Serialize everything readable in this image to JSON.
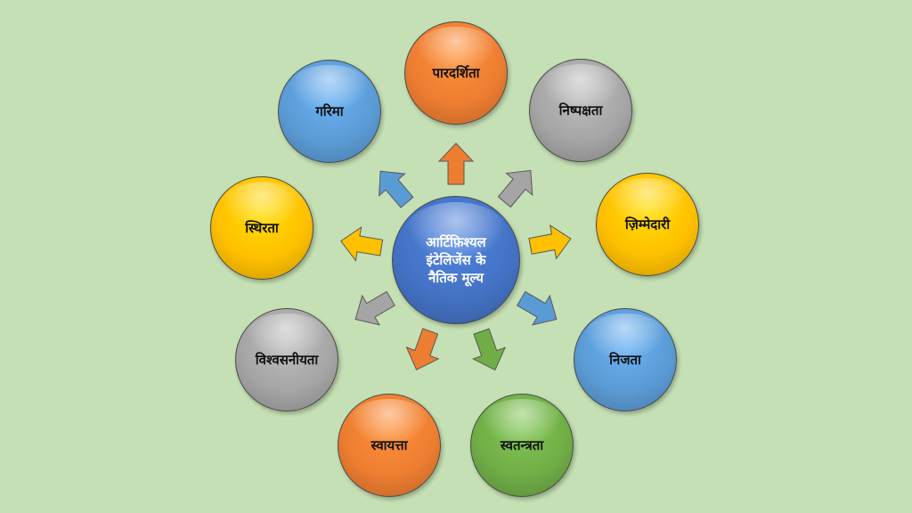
{
  "center": {
    "label": "आर्टिफ़िश्यल इंटेलिजेंस के नैतिक मूल्य",
    "color": "#4472c4"
  },
  "values": [
    {
      "id": "transparency",
      "label": "पारदर्शिता",
      "color": "#ed7d31"
    },
    {
      "id": "impartiality",
      "label": "निष्पक्षता",
      "color": "#a5a5a5"
    },
    {
      "id": "responsibility",
      "label": "ज़िम्मेदारी",
      "color": "#ffc000"
    },
    {
      "id": "privacy",
      "label": "निजता",
      "color": "#5b9bd5"
    },
    {
      "id": "freedom",
      "label": "स्वतन्त्रता",
      "color": "#70ad47"
    },
    {
      "id": "autonomy",
      "label": "स्वायत्ता",
      "color": "#ed7d31"
    },
    {
      "id": "reliability",
      "label": "विश्वसनीयता",
      "color": "#a5a5a5"
    },
    {
      "id": "stability",
      "label": "स्थिरता",
      "color": "#ffc000"
    },
    {
      "id": "dignity",
      "label": "गरिमा",
      "color": "#5b9bd5"
    }
  ]
}
